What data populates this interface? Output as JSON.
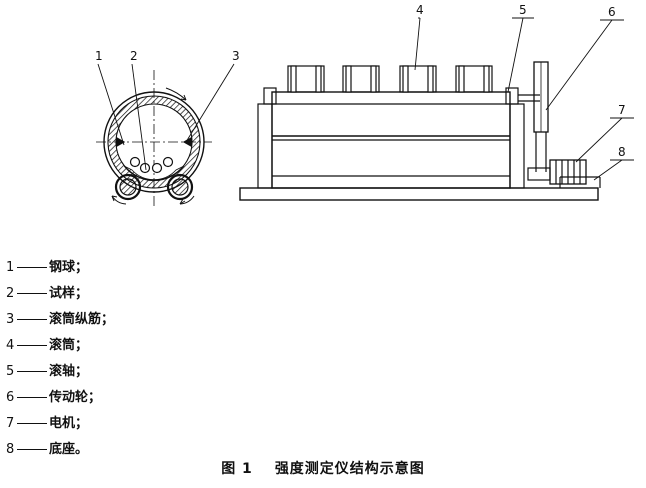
{
  "callouts": [
    "1",
    "2",
    "3",
    "4",
    "5",
    "6",
    "7",
    "8"
  ],
  "legend": [
    {
      "num": "1",
      "text": "钢球；"
    },
    {
      "num": "2",
      "text": "试样；"
    },
    {
      "num": "3",
      "text": "滚筒纵筋；"
    },
    {
      "num": "4",
      "text": "滚筒；"
    },
    {
      "num": "5",
      "text": "滚轴；"
    },
    {
      "num": "6",
      "text": "传动轮；"
    },
    {
      "num": "7",
      "text": "电机；"
    },
    {
      "num": "8",
      "text": "底座。"
    }
  ],
  "caption": {
    "figure_no": "图 1",
    "title": "强度测定仪结构示意图"
  },
  "colors": {
    "line": "#111111",
    "background": "#ffffff"
  }
}
